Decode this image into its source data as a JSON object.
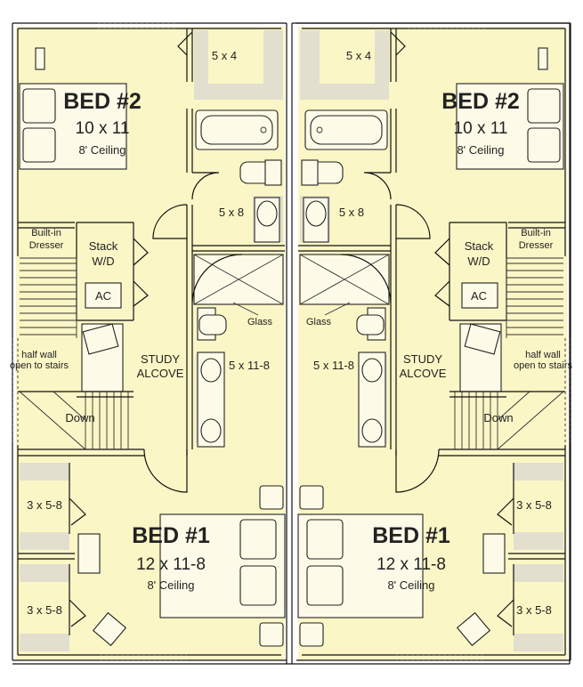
{
  "units": {
    "left": {
      "bed2": {
        "name": "BED #2",
        "size": "10 x 11",
        "ceiling": "8' Ceiling"
      },
      "closet_top": "5 x 4",
      "bath_upper": "5 x 8",
      "bath_lower": "5 x 11-8",
      "glass": "Glass",
      "dresser": [
        "Built-in",
        "Dresser"
      ],
      "stack": [
        "Stack",
        "W/D"
      ],
      "ac": "AC",
      "half_wall": [
        "half wall",
        "open to stairs"
      ],
      "study": [
        "STUDY",
        "ALCOVE"
      ],
      "down": "Down",
      "closet_a": "3 x 5-8",
      "closet_b": "3 x 5-8",
      "bed1": {
        "name": "BED #1",
        "size": "12 x 11-8",
        "ceiling": "8' Ceiling"
      }
    },
    "right": {
      "bed2": {
        "name": "BED #2",
        "size": "10 x 11",
        "ceiling": "8' Ceiling"
      },
      "closet_top": "5 x 4",
      "bath_upper": "5 x 8",
      "bath_lower": "5 x 11-8",
      "glass": "Glass",
      "dresser": [
        "Built-in",
        "Dresser"
      ],
      "stack": [
        "Stack",
        "W/D"
      ],
      "ac": "AC",
      "half_wall": [
        "half wall",
        "open to stairs"
      ],
      "study": [
        "STUDY",
        "ALCOVE"
      ],
      "down": "Down",
      "closet_a": "3 x 5-8",
      "closet_b": "3 x 5-8",
      "bed1": {
        "name": "BED #1",
        "size": "12 x 11-8",
        "ceiling": "8' Ceiling"
      }
    }
  },
  "colors": {
    "floor": "#fbf6c5",
    "closet": "#e2dfcf",
    "wall": "#111111"
  }
}
